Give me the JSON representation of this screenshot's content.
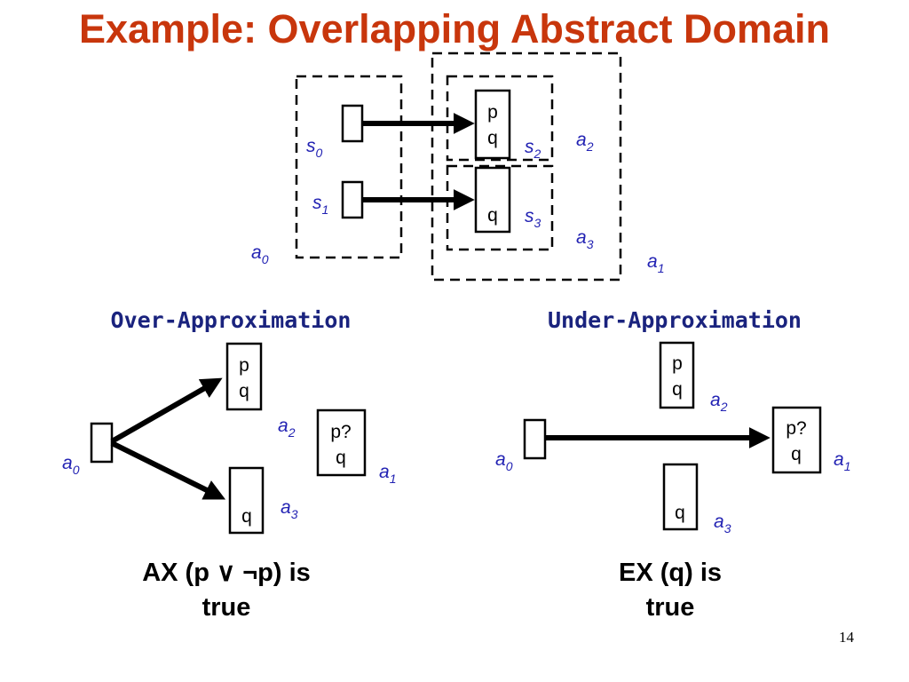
{
  "slide": {
    "title": "Example: Overlapping Abstract Domain",
    "page_number": "14"
  },
  "top_diagram": {
    "state_labels": [
      {
        "base": "s",
        "sub": "0"
      },
      {
        "base": "s",
        "sub": "1"
      },
      {
        "base": "s",
        "sub": "2"
      },
      {
        "base": "s",
        "sub": "3"
      }
    ],
    "region_labels": [
      {
        "base": "a",
        "sub": "0"
      },
      {
        "base": "a",
        "sub": "1"
      },
      {
        "base": "a",
        "sub": "2"
      },
      {
        "base": "a",
        "sub": "3"
      }
    ],
    "s2_props": [
      "p",
      "q"
    ],
    "s3_props": [
      "q"
    ]
  },
  "over_approximation": {
    "heading": "Over-Approximation",
    "a0_label": {
      "base": "a",
      "sub": "0"
    },
    "a2_label": {
      "base": "a",
      "sub": "2"
    },
    "a3_label": {
      "base": "a",
      "sub": "3"
    },
    "a1_label": {
      "base": "a",
      "sub": "1"
    },
    "a2_props": [
      "p",
      "q"
    ],
    "a3_props": [
      "q"
    ],
    "a1_props": [
      "p?",
      "q"
    ],
    "formula_line1": "AX (p ∨ ¬p) is",
    "formula_line2": "true"
  },
  "under_approximation": {
    "heading": "Under-Approximation",
    "a0_label": {
      "base": "a",
      "sub": "0"
    },
    "a2_label": {
      "base": "a",
      "sub": "2"
    },
    "a3_label": {
      "base": "a",
      "sub": "3"
    },
    "a1_label": {
      "base": "a",
      "sub": "1"
    },
    "a2_props": [
      "p",
      "q"
    ],
    "a3_props": [
      "q"
    ],
    "a1_props": [
      "p?",
      "q"
    ],
    "formula_line1": "EX (q) is",
    "formula_line2": "true"
  },
  "colors": {
    "title": "#c8360c",
    "labels": "#2222b3",
    "headings": "#1a237e"
  }
}
